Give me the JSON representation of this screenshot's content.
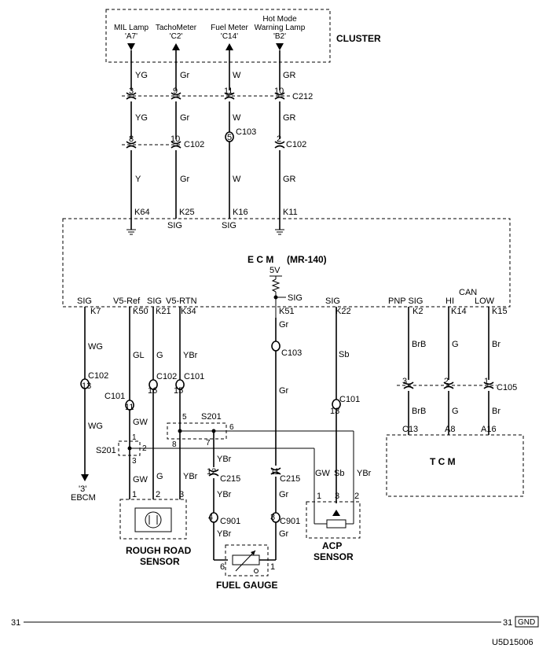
{
  "cluster": {
    "title": "CLUSTER",
    "pins": [
      {
        "name": "MIL Lamp",
        "code": "'A7'"
      },
      {
        "name": "TachoMeter",
        "code": "'C2'"
      },
      {
        "name": "Fuel Meter",
        "code": "'C14'"
      },
      {
        "name": "Hot Mode",
        "name2": "Warning Lamp",
        "code": "'B2'"
      }
    ]
  },
  "wires_top": {
    "w1": {
      "color_upper": "YG",
      "color_mid": "YG",
      "color_lower": "Y",
      "pin_c212": "3",
      "pin_c102": "8",
      "ecm_pin": "K64"
    },
    "w2": {
      "color_upper": "Gr",
      "color_mid": "Gr",
      "color_lower": "Gr",
      "pin_c212": "9",
      "pin_c102": "10",
      "ecm_pin": "K25",
      "sig": "SIG"
    },
    "w3": {
      "color_upper": "W",
      "color_mid": "W",
      "color_lower": "W",
      "pin_c212": "11",
      "pin_c103": "5",
      "ecm_pin": "K16",
      "sig": "SIG"
    },
    "w4": {
      "color_upper": "GR",
      "color_mid": "GR",
      "color_lower": "GR",
      "pin_c212": "10",
      "pin_c102": "2",
      "ecm_pin": "K11"
    }
  },
  "connectors": {
    "c212": "C212",
    "c102": "C102",
    "c103": "C103",
    "c101": "C101",
    "c105": "C105",
    "c215": "C215",
    "c901": "C901"
  },
  "ecm": {
    "title": "E  C  M",
    "model": "(MR-140)",
    "volt": "5V",
    "sig_internal": "SIG",
    "pins": [
      {
        "label": "SIG",
        "pin": "K7"
      },
      {
        "label": "V5-Ref",
        "pin": "K50"
      },
      {
        "label": "SIG",
        "pin": "K21"
      },
      {
        "label": "V5-RTN",
        "pin": "K34"
      },
      {
        "label": "",
        "pin": "K51"
      },
      {
        "label": "SIG",
        "pin": "K22"
      },
      {
        "label": "PNP SIG",
        "pin": "K2"
      },
      {
        "label": "HI",
        "pin": "K14"
      },
      {
        "label": "LOW",
        "pin": "K15"
      }
    ],
    "can": "CAN"
  },
  "lower": {
    "k7_wire": "WG",
    "k7_wire2": "WG",
    "k7_c102_pin": "13",
    "k50_wire": "GL",
    "k50_c101_pin": "11",
    "k50_wire2": "GW",
    "k50_wire3": "GW",
    "k21_wire": "G",
    "k21_c102_pin": "16",
    "k21_wire2": "G",
    "k34_wire": "YBr",
    "k34_c101_pin": "15",
    "k34_wire2": "YBr",
    "k51_wire": "Gr",
    "k51_c103_pin": "",
    "k51_wire2": "Gr",
    "k22_wire": "Sb",
    "k22_c101_pin": "13",
    "tcm_wires": [
      "BrB",
      "G",
      "Br"
    ],
    "tcm_wires2": [
      "BrB",
      "G",
      "Br"
    ],
    "c105_pins": [
      "3",
      "2",
      "1"
    ],
    "tcm_pins": [
      "C13",
      "A8",
      "A16"
    ]
  },
  "splices": {
    "s201_left": "S201",
    "s201_right": "S201",
    "s201_left_pins": [
      "1",
      "2",
      "3"
    ],
    "s201_right_pins": [
      "5",
      "6",
      "7",
      "8"
    ]
  },
  "ebcm": {
    "code": "'3'",
    "name": "EBCM"
  },
  "rough_road": {
    "title": "ROUGH ROAD",
    "title2": "SENSOR",
    "pins": [
      "1",
      "2",
      "3"
    ]
  },
  "fuel_gauge": {
    "title": "FUEL GAUGE",
    "pins": [
      "6",
      "1"
    ],
    "c215_left": "12",
    "c215_right": "11",
    "c901_left": "4",
    "c901_right": "3",
    "wire_left": "YBr",
    "wire_left2": "YBr",
    "wire_left3": "YBr",
    "wire_right": "Gr",
    "wire_right2": "Gr"
  },
  "acp": {
    "title": "ACP",
    "title2": "SENSOR",
    "pins": [
      "1",
      "3",
      "2"
    ],
    "wires": [
      "GW",
      "Sb",
      "YBr"
    ]
  },
  "tcm": {
    "title": "T  C  M"
  },
  "ground_bar": {
    "left": "31",
    "right": "31",
    "badge": "GND"
  },
  "code": "U5D15006"
}
